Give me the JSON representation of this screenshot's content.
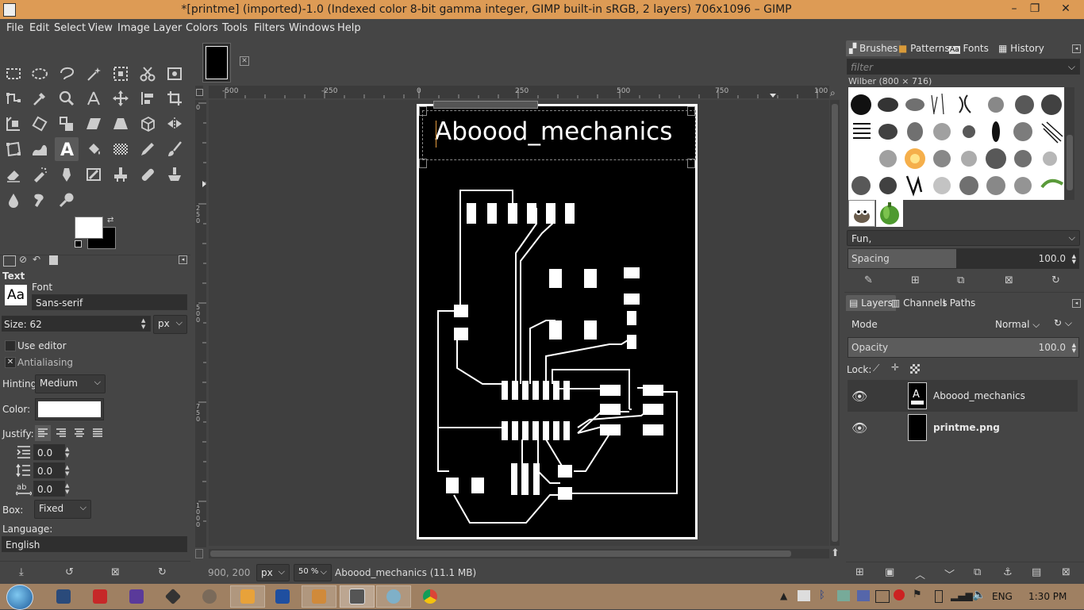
{
  "window": {
    "title": "*[printme] (imported)-1.0 (Indexed color 8-bit gamma integer, GIMP built-in sRGB, 2 layers) 706x1096 – GIMP",
    "minimize": "–",
    "restore": "❐",
    "close": "✕"
  },
  "menu": [
    "File",
    "Edit",
    "Select",
    "View",
    "Image",
    "Layer",
    "Colors",
    "Tools",
    "Filters",
    "Windows",
    "Help"
  ],
  "tool_options": {
    "section": "Text",
    "font_label": "Font",
    "font_preview": "Aa",
    "font_value": "Sans-serif",
    "size_label": "Size:",
    "size_value": "62",
    "size_unit": "px",
    "use_editor": "Use editor",
    "antialiasing": "Antialiasing",
    "antialias_mark": "✕",
    "hinting_label": "Hinting:",
    "hinting_value": "Medium",
    "color_label": "Color:",
    "justify_label": "Justify:",
    "indent_value": "0.0",
    "line_spacing_value": "0.0",
    "letter_spacing_value": "0.0",
    "box_label": "Box:",
    "box_value": "Fixed",
    "language_label": "Language:",
    "language_value": "English"
  },
  "ruler": {
    "h_ticks": [
      "-500",
      "-250",
      "0",
      "250",
      "500",
      "750",
      "100"
    ],
    "v_ticks": [
      "0",
      "250",
      "500",
      "750",
      "1000"
    ]
  },
  "canvas": {
    "text_layer_content": "Aboood_mechanics"
  },
  "status": {
    "coords": "900, 200",
    "unit": "px",
    "zoom": "50 %",
    "message": "Aboood_mechanics (11.1 MB)"
  },
  "brushes_dock": {
    "tabs": [
      "Brushes",
      "Patterns",
      "Fonts",
      "History"
    ],
    "filter_placeholder": "filter",
    "brush_name": "Wilber (800 × 716)",
    "tag_value": "Fun,",
    "spacing_label": "Spacing",
    "spacing_value": "100.0",
    "spacing_fraction": 0.47
  },
  "layers_dock": {
    "tabs": [
      "Layers",
      "Channels",
      "Paths"
    ],
    "mode_label": "Mode",
    "mode_value": "Normal",
    "opacity_label": "Opacity",
    "opacity_value": "100.0",
    "lock_label": "Lock:",
    "layers": [
      {
        "name": "Aboood_mechanics",
        "type": "text",
        "selected": true
      },
      {
        "name": "printme.png",
        "type": "image",
        "selected": false
      }
    ]
  },
  "taskbar": {
    "language": "ENG",
    "time": "1:30 PM"
  },
  "colors": {
    "titlebar": "#dd9b55",
    "panel": "#454545",
    "canvas_black": "#000000",
    "canvas_border": "#ffffff",
    "taskbar": "#9f8062"
  }
}
